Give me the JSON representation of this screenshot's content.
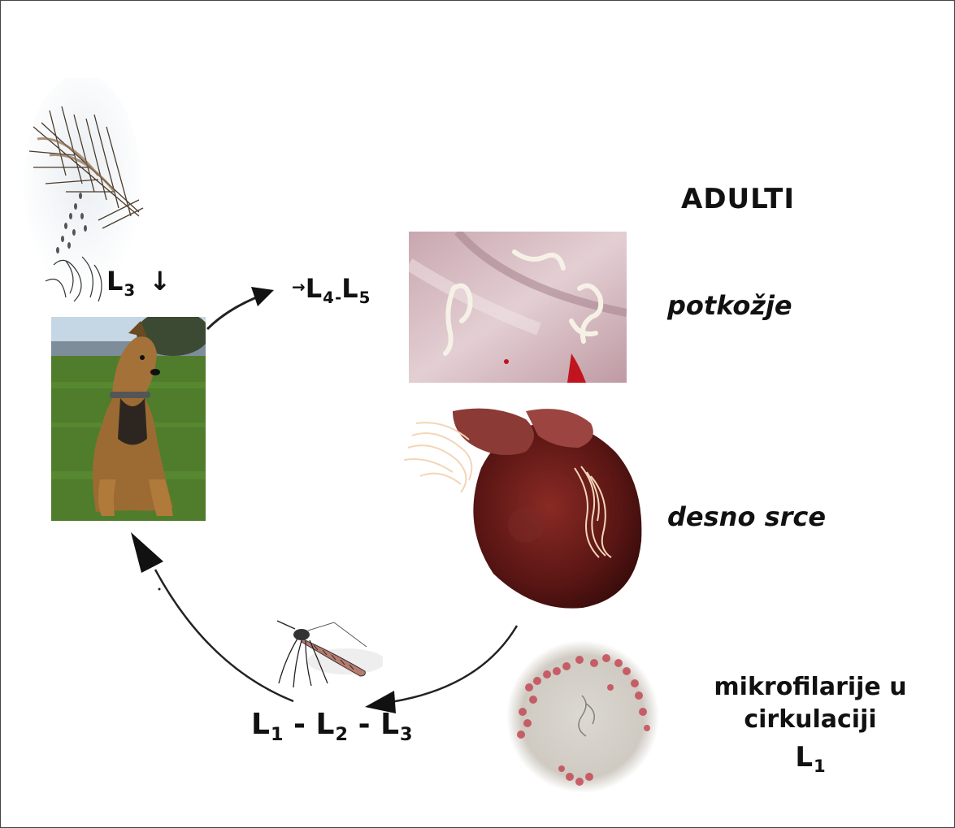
{
  "labels": {
    "adulti": "ADULTI",
    "potkozje": "potkožje",
    "desno_srce": "desno srce",
    "mikrofilarije_line1": "mikrofilarije u",
    "mikrofilarije_line2": "cirkulaciji",
    "l1_letter": "L",
    "l1_sub": "1"
  },
  "larvae": {
    "l3_top_letter": "L",
    "l3_top_sub": "3",
    "l3_top_arrow": "↓",
    "l45_prefix": "→",
    "l4_letter": "L",
    "l4_sub": "4",
    "l45_sep": "-",
    "l5_letter": "L",
    "l5_sub": "5",
    "l1_letter": "L",
    "l1_sub": "1",
    "dash1": "-",
    "l2_letter": "L",
    "l2_sub": "2",
    "dash2": "-",
    "l3_letter": "L",
    "l3_sub": "3"
  }
}
